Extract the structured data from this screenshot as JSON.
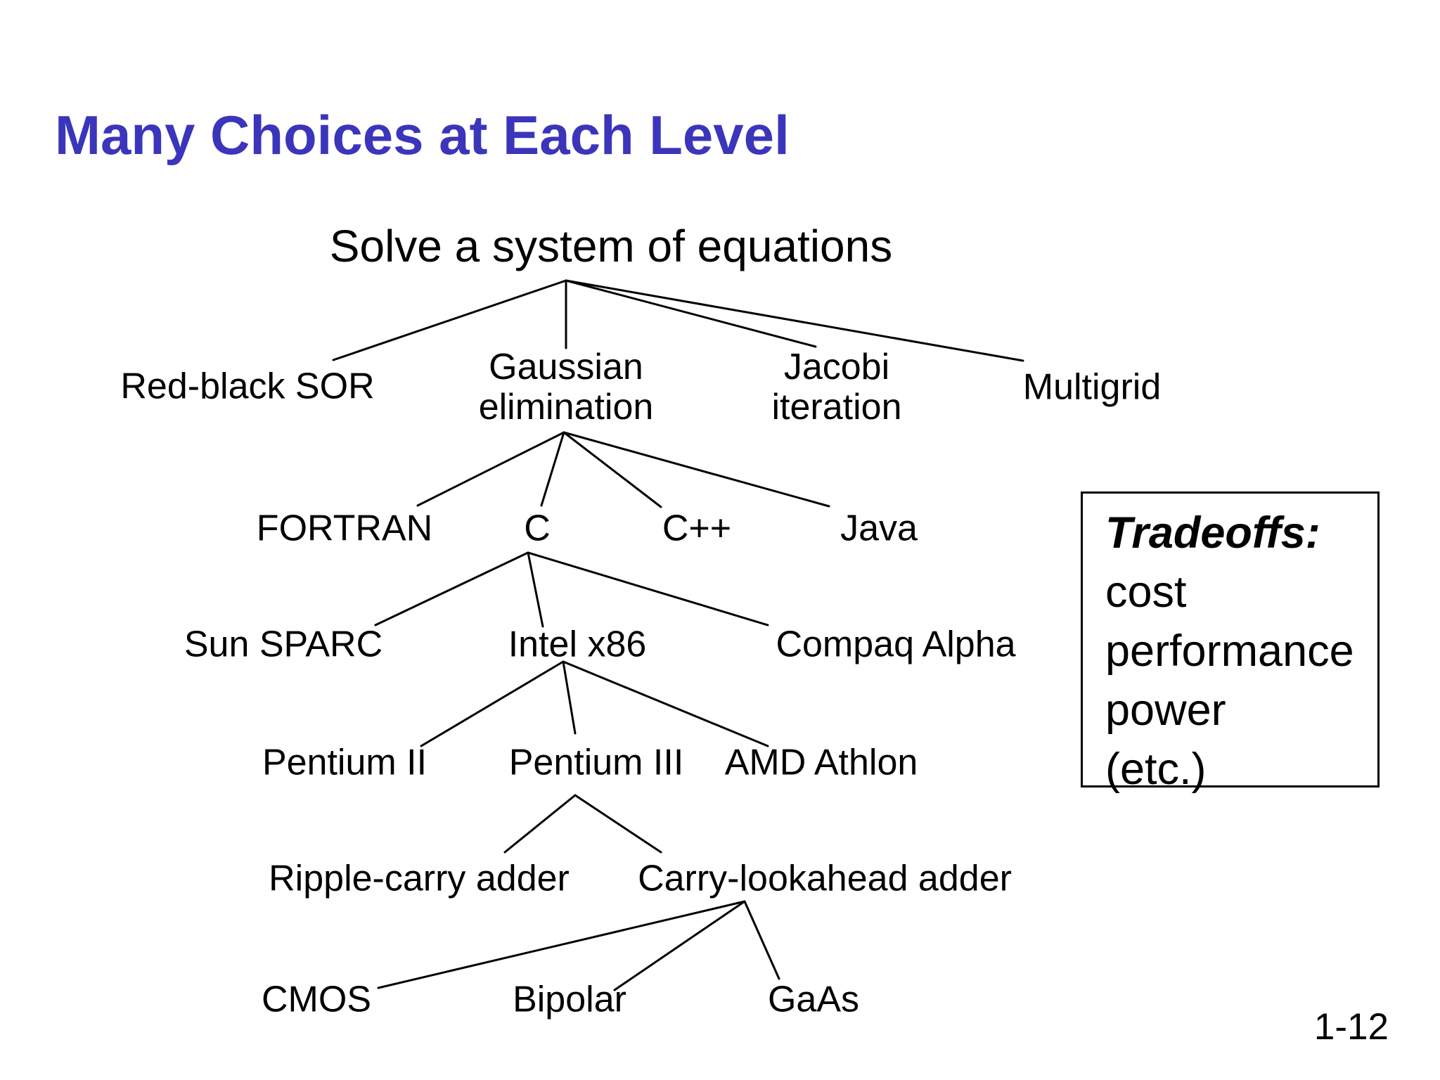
{
  "slide": {
    "title": "Many Choices at Each Level",
    "title_color": "#3b35bb",
    "background_color": "#ffffff",
    "page_number": "1-12"
  },
  "diagram": {
    "line_color": "#000000",
    "root": {
      "label": "Solve a system of equations"
    },
    "level1": [
      {
        "label": "Red-black SOR"
      },
      {
        "line1": "Gaussian",
        "line2": "elimination"
      },
      {
        "line1": "Jacobi",
        "line2": "iteration"
      },
      {
        "label": "Multigrid"
      }
    ],
    "level2": [
      {
        "label": "FORTRAN"
      },
      {
        "label": "C"
      },
      {
        "label": "C++"
      },
      {
        "label": "Java"
      }
    ],
    "level3": [
      {
        "label": "Sun SPARC"
      },
      {
        "label": "Intel x86"
      },
      {
        "label": "Compaq Alpha"
      }
    ],
    "level4": [
      {
        "label": "Pentium II"
      },
      {
        "label": "Pentium III"
      },
      {
        "label": "AMD Athlon"
      }
    ],
    "level5": [
      {
        "label": "Ripple-carry adder"
      },
      {
        "label": "Carry-lookahead adder"
      }
    ],
    "level6": [
      {
        "label": "CMOS"
      },
      {
        "label": "Bipolar"
      },
      {
        "label": "GaAs"
      }
    ]
  },
  "tradeoffs": {
    "heading": "Tradeoffs:",
    "items": [
      "cost",
      "performance",
      "power",
      "(etc.)"
    ]
  }
}
